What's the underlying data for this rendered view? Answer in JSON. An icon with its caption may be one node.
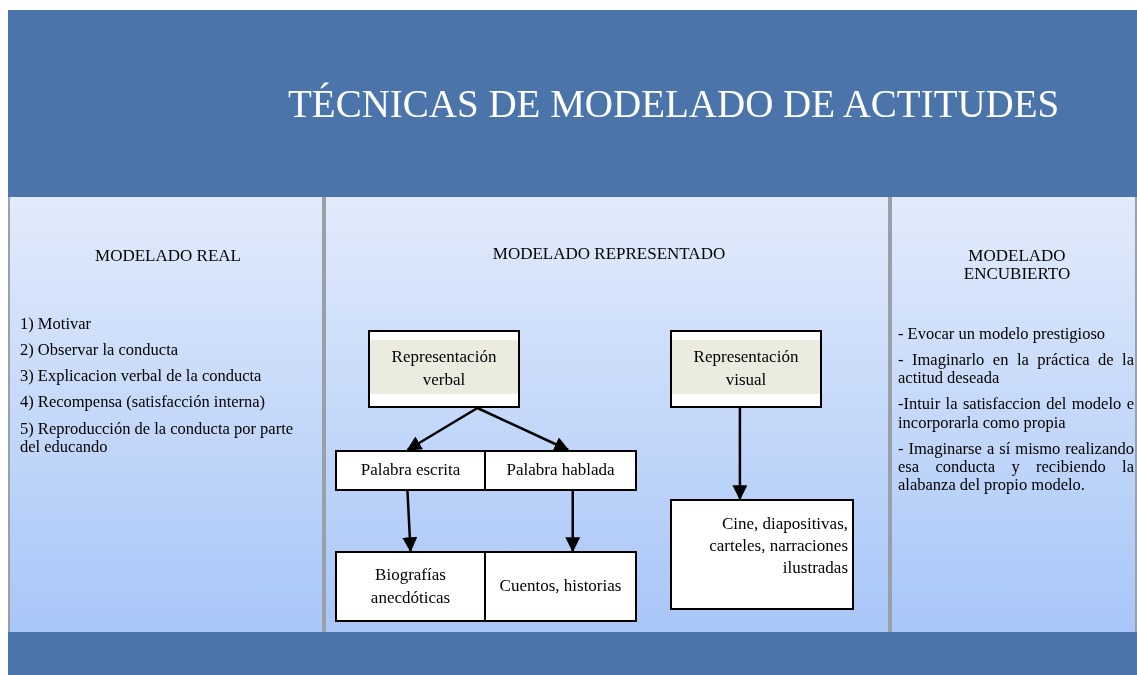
{
  "diagram": {
    "title": "TÉCNICAS DE MODELADO DE ACTITUDES",
    "nodes": [
      {
        "text": [
          "MODELADO REAL",
          "1) Motivar",
          "2) Observar la conducta",
          "3) Explicacion verbal de la conducta",
          "4) Recompensa (satisfacción interna)",
          "5) Reproducción de la conducta por parte del educando"
        ]
      },
      {
        "text": [
          "MODELADO REPRESENTADO"
        ]
      },
      {
        "text": [
          "Representación verbal"
        ],
        "in": 1
      },
      {
        "text": [
          "Representación visual"
        ],
        "in": 1
      },
      {
        "text": [
          "Palabra escrita"
        ],
        "in": 1
      },
      {
        "text": [
          "Palabra hablada"
        ],
        "in": 1
      },
      {
        "text": [
          "Biografías anecdóticas"
        ],
        "in": 1
      },
      {
        "text": [
          "Cuentos, historias"
        ],
        "in": 1
      },
      {
        "text": [
          "Cine, diapositivas, carteles, narraciones ilustradas"
        ],
        "in": 1
      },
      {
        "text": [
          "MODELADO ENCUBIERTO",
          "- Evocar un modelo prestigioso",
          "- Imaginarlo en la práctica de la actitud deseada",
          "-Intuir la satisfaccion del modelo e incorporarla como propia",
          "- Imaginarse a sí mismo realizando esa conducta y recibiendo la alabanza del propio modelo."
        ]
      }
    ],
    "edges": [
      {
        "from": 2,
        "to": 4,
        "arrow": "to"
      },
      {
        "from": 2,
        "to": 5,
        "arrow": "to"
      },
      {
        "from": 3,
        "to": 8,
        "arrow": "to"
      },
      {
        "from": 4,
        "to": 6,
        "arrow": "to"
      },
      {
        "from": 5,
        "to": 7,
        "arrow": "to"
      }
    ]
  }
}
